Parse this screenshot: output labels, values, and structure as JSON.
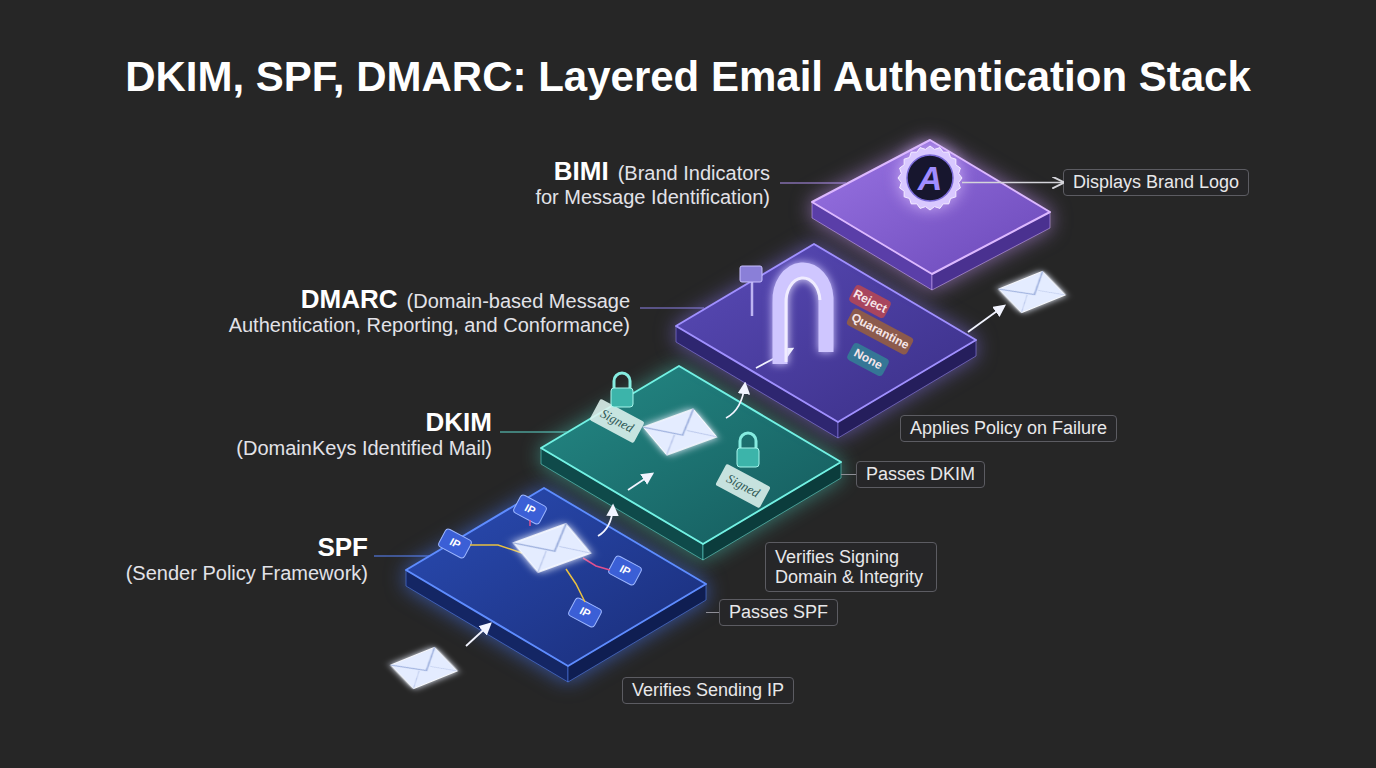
{
  "diagram": {
    "title": "DKIM, SPF, DMARC: Layered Email Authentication Stack",
    "nodes": [
      {
        "text": [
          "BIMI",
          "(Brand Indicators for Message Identification)"
        ]
      },
      {
        "text": [
          "A"
        ],
        "in": 0
      },
      {
        "text": [
          "Displays Brand Logo"
        ]
      },
      {
        "text": [
          "DMARC",
          "(Domain-based Message Authentication, Reporting, and Conformance)"
        ]
      },
      {
        "text": [
          "Reject"
        ],
        "in": 3
      },
      {
        "text": [
          "Quarantine"
        ],
        "in": 3
      },
      {
        "text": [
          "None"
        ],
        "in": 3
      },
      {
        "text": [
          "Applies Policy on Failure"
        ]
      },
      {
        "text": [
          "DKIM",
          "(DomainKeys Identified Mail)"
        ]
      },
      {
        "text": [
          "Signed"
        ],
        "in": 8
      },
      {
        "text": [
          "Signed"
        ],
        "in": 8
      },
      {
        "text": [
          "Passes DKIM"
        ]
      },
      {
        "text": [
          "Verifies Signing Domain & Integrity"
        ]
      },
      {
        "text": [
          "SPF",
          "(Sender Policy Framework)"
        ]
      },
      {
        "text": [
          "IP"
        ],
        "in": 13
      },
      {
        "text": [
          "IP"
        ],
        "in": 13
      },
      {
        "text": [
          "IP"
        ],
        "in": 13
      },
      {
        "text": [
          "IP"
        ],
        "in": 13
      },
      {
        "text": [
          "Passes SPF"
        ]
      },
      {
        "text": [
          "Verifies Sending IP"
        ]
      }
    ],
    "edges": [
      {
        "from": 1,
        "to": 2,
        "arrow": "to"
      },
      {
        "from": 8,
        "to": 11,
        "arrow": "none"
      },
      {
        "from": 13,
        "to": 18,
        "arrow": "none"
      }
    ]
  }
}
